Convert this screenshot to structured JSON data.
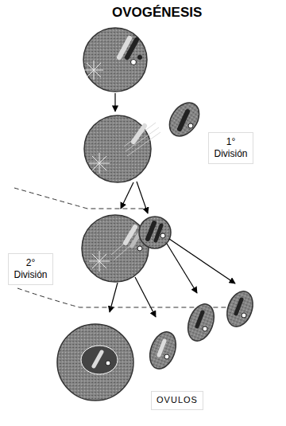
{
  "diagram": {
    "title": "OVOGÉNESIS",
    "nodes": [
      {
        "text": [
          "1° División"
        ]
      },
      {
        "text": [
          "2° División"
        ]
      },
      {
        "text": [
          "OVULOS"
        ]
      }
    ]
  }
}
